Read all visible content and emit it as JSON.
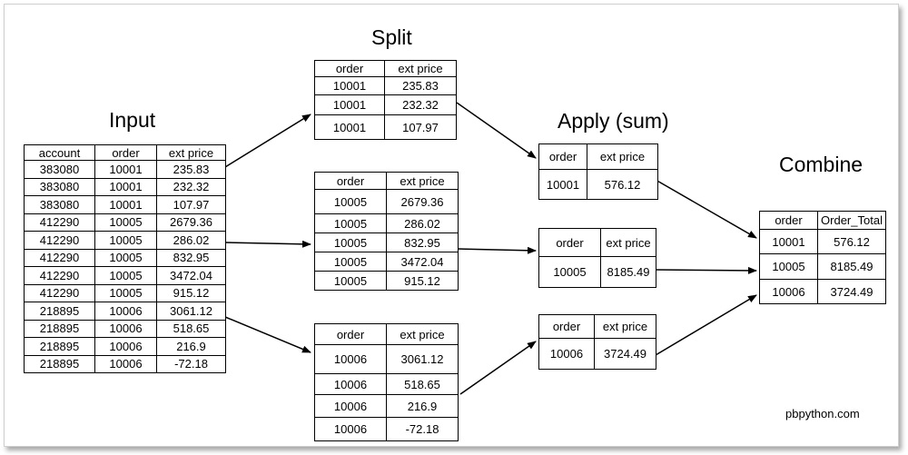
{
  "headings": {
    "input": "Input",
    "split": "Split",
    "apply": "Apply (sum)",
    "combine": "Combine"
  },
  "input_table": {
    "columns": [
      "account",
      "order",
      "ext price"
    ],
    "rows": [
      [
        "383080",
        "10001",
        "235.83"
      ],
      [
        "383080",
        "10001",
        "232.32"
      ],
      [
        "383080",
        "10001",
        "107.97"
      ],
      [
        "412290",
        "10005",
        "2679.36"
      ],
      [
        "412290",
        "10005",
        "286.02"
      ],
      [
        "412290",
        "10005",
        "832.95"
      ],
      [
        "412290",
        "10005",
        "3472.04"
      ],
      [
        "412290",
        "10005",
        "915.12"
      ],
      [
        "218895",
        "10006",
        "3061.12"
      ],
      [
        "218895",
        "10006",
        "518.65"
      ],
      [
        "218895",
        "10006",
        "216.9"
      ],
      [
        "218895",
        "10006",
        "-72.18"
      ]
    ]
  },
  "split_tables": [
    {
      "columns": [
        "order",
        "ext price"
      ],
      "rows": [
        [
          "10001",
          "235.83"
        ],
        [
          "10001",
          "232.32"
        ],
        [
          "10001",
          "107.97"
        ]
      ]
    },
    {
      "columns": [
        "order",
        "ext price"
      ],
      "rows": [
        [
          "10005",
          "2679.36"
        ],
        [
          "10005",
          "286.02"
        ],
        [
          "10005",
          "832.95"
        ],
        [
          "10005",
          "3472.04"
        ],
        [
          "10005",
          "915.12"
        ]
      ]
    },
    {
      "columns": [
        "order",
        "ext price"
      ],
      "rows": [
        [
          "10006",
          "3061.12"
        ],
        [
          "10006",
          "518.65"
        ],
        [
          "10006",
          "216.9"
        ],
        [
          "10006",
          "-72.18"
        ]
      ]
    }
  ],
  "apply_tables": [
    {
      "columns": [
        "order",
        "ext price"
      ],
      "rows": [
        [
          "10001",
          "576.12"
        ]
      ]
    },
    {
      "columns": [
        "order",
        "ext price"
      ],
      "rows": [
        [
          "10005",
          "8185.49"
        ]
      ]
    },
    {
      "columns": [
        "order",
        "ext price"
      ],
      "rows": [
        [
          "10006",
          "3724.49"
        ]
      ]
    }
  ],
  "combine_table": {
    "columns": [
      "order",
      "Order_Total"
    ],
    "rows": [
      [
        "10001",
        "576.12"
      ],
      [
        "10005",
        "8185.49"
      ],
      [
        "10006",
        "3724.49"
      ]
    ]
  },
  "credit": "pbpython.com"
}
